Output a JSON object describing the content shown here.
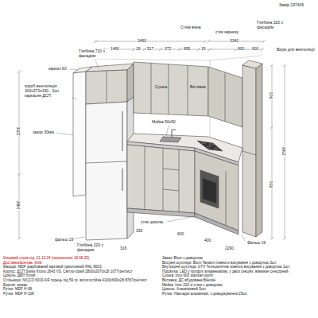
{
  "diagram": {
    "labels": [
      "Замір 237406",
      "3460",
      "3340",
      "1460",
      "19",
      "517",
      "372",
      "895",
      "19",
      "Стіна вікна",
      "стик карнизу",
      "800",
      "600",
      "Глибина 320 з фасадом",
      "Виріз для вентиляції",
      "Глибина 710 з фасадом",
      "карниз 60",
      "короб вентиляція 300х370х190 - 2шт каркасне ДСП",
      "зазор 30мм",
      "2350",
      "1460",
      "Сушка",
      "Витяжка",
      "Мийка 50х50",
      "900",
      "950",
      "2560",
      "Фальш 19",
      "фальш 19",
      "стик цоколю",
      "Глибина 220 з фасадом",
      "330",
      "316",
      "600",
      "400",
      "2290",
      "Кінцевий строк під: 21.10.24 (перенесено 18.08.25)",
      "Доставка/монтаж: Київ",
      "Фасади: MDF фарбований матовий однотонний RAL 9003",
      "Корпус: ДСП Swiss Krono 2643 VS. Світло-сірий 2800х2070х18 1077грн/лист",
      "Цоколь: ДВП білий",
      "Стільниця: NICCO 6019 АЯ торець під 59 гр. вологостійка 4100х600х28 8787грн/лист",
      "Бортик: немає",
      "Ручки: MDF H-98",
      "Ручки: MDF H-108",
      "Заказ: Blum з доводчою",
      "Висувні шухляди: Blum Tandem повного висування з доводчою 3шт.",
      "Внутрішня шухляда: GTV Телескопічна повного висування з доводчою 1шт.",
      "Підсвітка: LED у профілі алюмінієвому, у двох секціях, вимикач сенсорний",
      "Сушка: Inox 600 standart кріпл",
      "Витяжка: ДС вбудована Bilende",
      "Мийка: Inox 220 зі стіни з доводчою",
      "Цоколь: Алюмінієвий 5cm",
      "Ручки: Накладні алюмінієві, з доводжувачем 25шт."
    ]
  }
}
